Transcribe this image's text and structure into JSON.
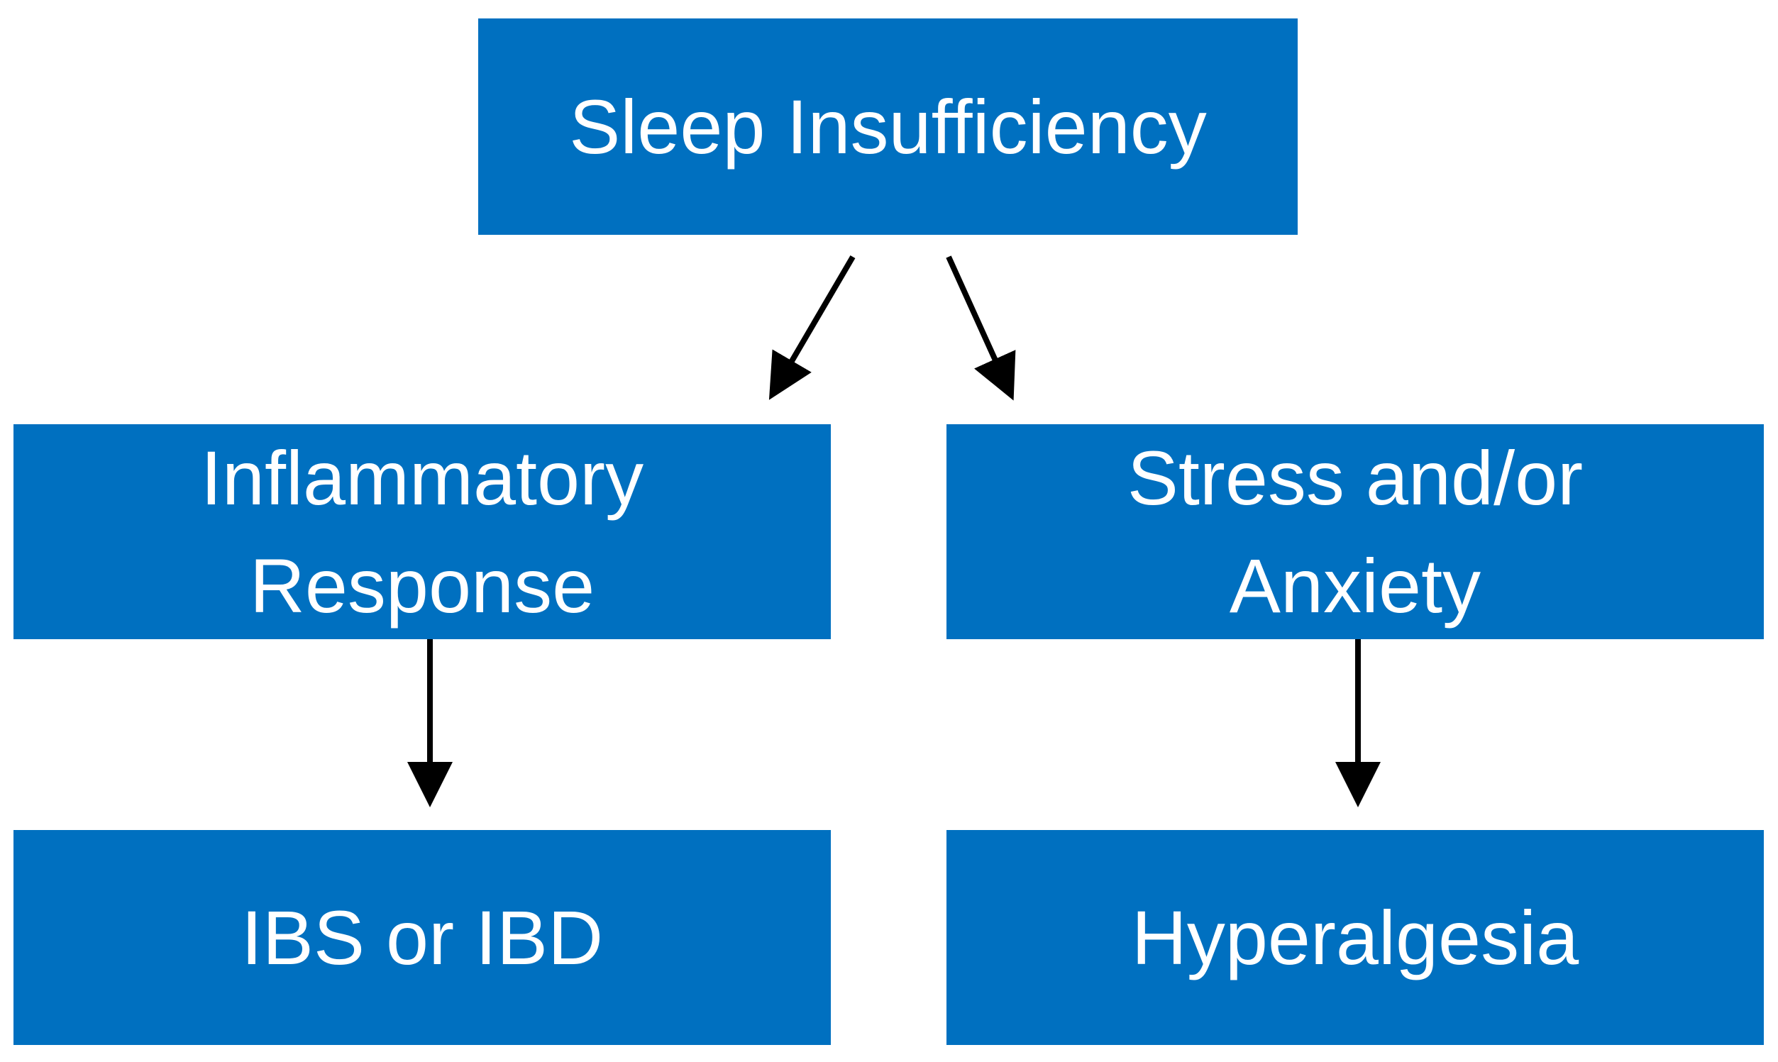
{
  "nodes": {
    "sleep": {
      "label": "Sleep Insufficiency"
    },
    "inflammatory": {
      "line1": "Inflammatory",
      "line2": "Response"
    },
    "stress": {
      "line1": "Stress and/or",
      "line2": "Anxiety"
    },
    "ibs": {
      "label": "IBS or IBD"
    },
    "hyperalgesia": {
      "label": "Hyperalgesia"
    }
  },
  "edges": [
    {
      "from": "sleep",
      "to": "inflammatory"
    },
    {
      "from": "sleep",
      "to": "stress"
    },
    {
      "from": "inflammatory",
      "to": "ibs"
    },
    {
      "from": "stress",
      "to": "hyperalgesia"
    }
  ],
  "colors": {
    "box_fill": "#0070C0",
    "box_text": "#FFFFFF",
    "arrow": "#000000"
  }
}
